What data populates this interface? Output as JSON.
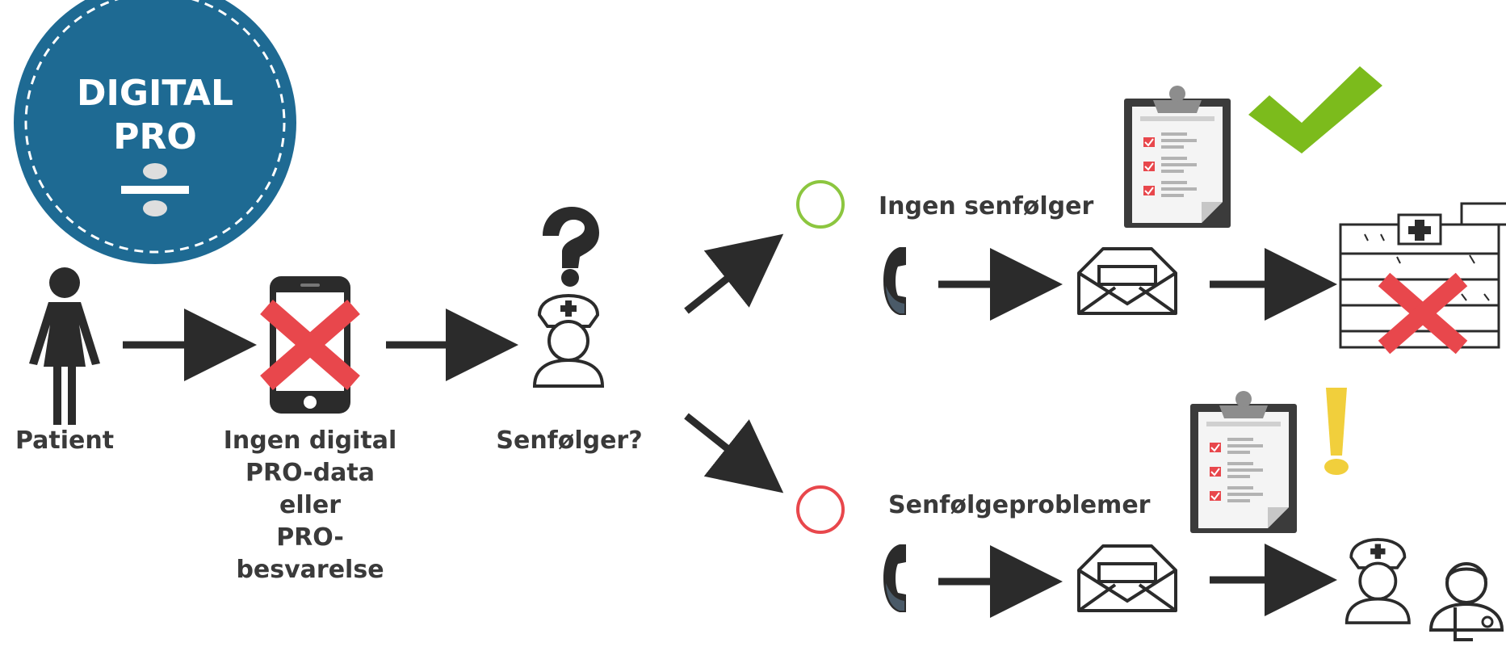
{
  "badge": {
    "line1": "DIGITAL",
    "line2": "PRO",
    "color": "#1e6a93"
  },
  "steps": {
    "patient": "Patient",
    "no_data": [
      "Ingen digital",
      "PRO-data",
      "eller",
      "PRO-",
      "besvarelse"
    ],
    "question": "Senfølger?"
  },
  "outcomes": {
    "none": "Ingen senfølger",
    "problems": "Senfølgeproblemer"
  },
  "colors": {
    "dark": "#2b2b2b",
    "icon_gray": "#444444",
    "red_cross": "#e8474c",
    "green_check": "#7cbb1c",
    "green_circle": "#8cc63f",
    "red_circle": "#e8474c",
    "exclaim": "#f1cf3c"
  },
  "icons": [
    "woman-icon",
    "phone-icon",
    "red-x-icon",
    "nurse-icon",
    "question-mark-icon",
    "green-circle-icon",
    "red-circle-icon",
    "clipboard-icon",
    "checkmark-icon",
    "exclamation-icon",
    "telephone-handset-icon",
    "envelope-icon",
    "hospital-icon",
    "doctor-icon"
  ]
}
